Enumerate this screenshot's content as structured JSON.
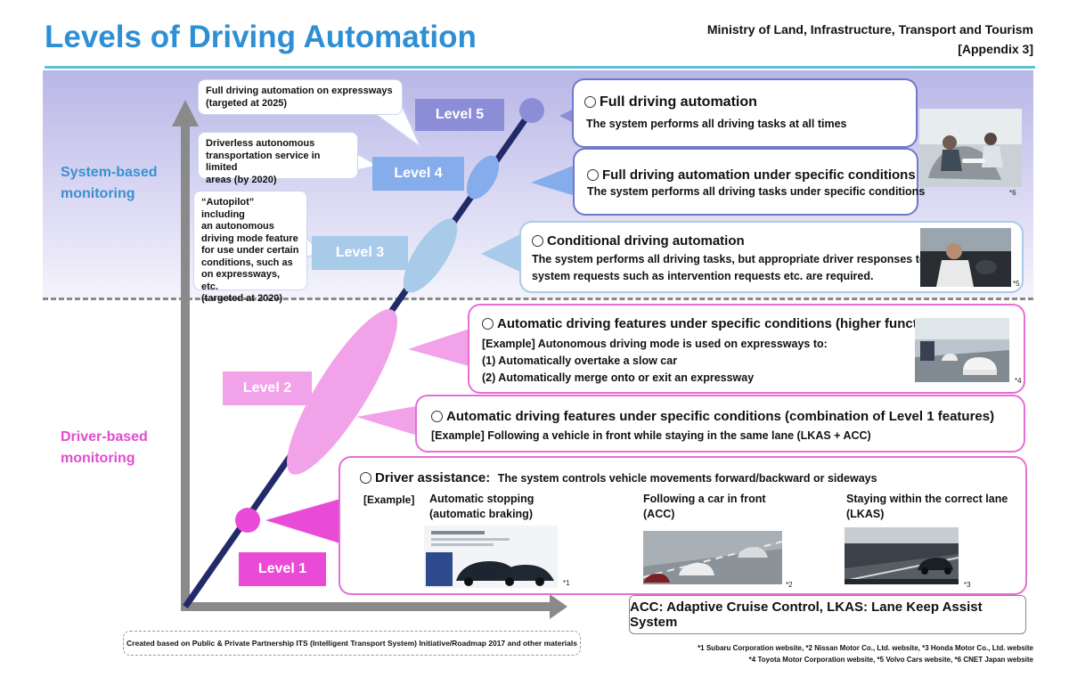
{
  "header": {
    "title": "Levels of Driving Automation",
    "ministry": "Ministry of Land, Infrastructure, Transport and Tourism",
    "appendix": "[Appendix 3]"
  },
  "categories": {
    "system_based": [
      "System-based",
      "monitoring"
    ],
    "driver_based": [
      "Driver-based",
      "monitoring"
    ]
  },
  "levels": {
    "l1": "Level 1",
    "l2": "Level 2",
    "l3": "Level 3",
    "l4": "Level 4",
    "l5": "Level 5"
  },
  "callouts": {
    "l5": [
      "Full driving automation on expressways",
      "(targeted at 2025)"
    ],
    "l4": [
      "Driverless autonomous",
      "transportation service in limited",
      "areas (by 2020)"
    ],
    "l3": [
      "“Autopilot” including",
      "an autonomous",
      "driving mode feature",
      "for use under certain",
      "conditions, such as",
      "on expressways, etc.",
      "(targeted at 2020)"
    ]
  },
  "boxes": {
    "l5": {
      "heading": "Full driving automation",
      "text": "The system performs all driving tasks at all times"
    },
    "l4": {
      "heading": "Full driving automation under specific conditions",
      "text": "The system performs all driving tasks under specific conditions"
    },
    "l3": {
      "heading": "Conditional driving automation",
      "lines": [
        "The system performs all driving tasks, but appropriate driver responses to",
        "system requests such as intervention requests etc. are required."
      ]
    },
    "l2_high": {
      "heading": "Automatic driving features under specific conditions (higher functions)",
      "lines": [
        "[Example] Autonomous driving mode is used on expressways to:",
        "(1) Automatically overtake a slow car",
        "(2) Automatically merge onto or exit an expressway"
      ]
    },
    "l2_combo": {
      "heading": "Automatic driving features under specific conditions (combination of Level 1 features)",
      "text": "[Example] Following a vehicle in front while staying in the same lane (LKAS + ACC)"
    },
    "l1": {
      "heading": "Driver assistance:",
      "desc": "The system controls vehicle movements forward/backward or sideways",
      "example_label": "[Example]",
      "examples": [
        {
          "lines": [
            "Automatic stopping",
            "(automatic braking)"
          ],
          "note": "*1"
        },
        {
          "lines": [
            "Following a car in front",
            "(ACC)"
          ],
          "note": "*2"
        },
        {
          "lines": [
            "Staying within the correct lane",
            "(LKAS)"
          ],
          "note": "*3"
        }
      ]
    }
  },
  "photo_notes": {
    "p6": "*6",
    "p5": "*5",
    "p4": "*4"
  },
  "abbreviations": "ACC: Adaptive Cruise Control,   LKAS: Lane Keep Assist System",
  "source": "Created based on Public & Private Partnership ITS (Intelligent Transport System) Initiative/Roadmap 2017 and other materials",
  "credits": [
    "*1 Subaru Corporation website, *2 Nissan Motor Co., Ltd. website, *3 Honda Motor Co., Ltd. website",
    "*4 Toyota Motor Corporation website, *5 Volvo Cars website, *6 CNET Japan website"
  ],
  "colors": {
    "title": "#2e8fd4",
    "system_text": "#3a90d0",
    "driver_text": "#e24ccd",
    "level1": "#e94bd6",
    "level2": "#f2a2e8",
    "level3": "#a9cbea",
    "level4": "#85adec",
    "level5": "#8b8ed7",
    "staircase": "#222a6a"
  }
}
